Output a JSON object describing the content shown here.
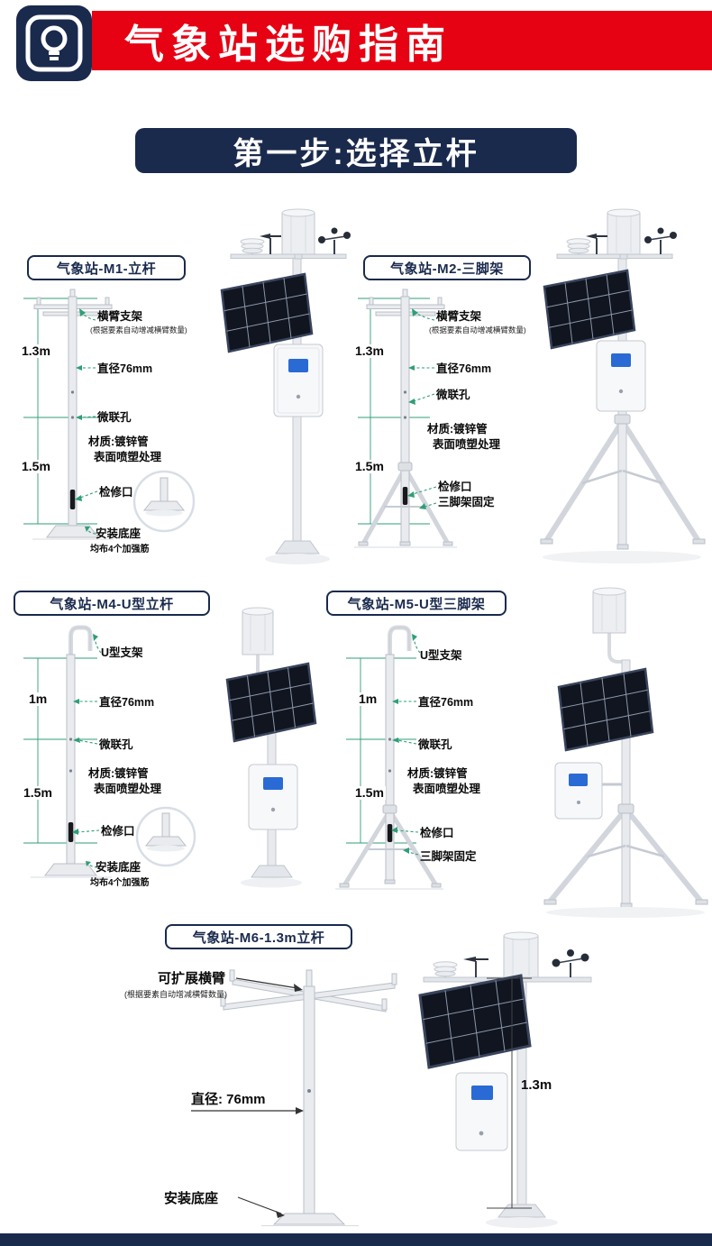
{
  "header": {
    "title": "气象站选购指南",
    "icon": "lightbulb-icon"
  },
  "step": {
    "title": "第一步:选择立杆"
  },
  "sections": {
    "m1": {
      "title": "气象站-M1-立杆",
      "dim_top": "1.3m",
      "dim_bottom": "1.5m",
      "ann_arm": "横臂支架",
      "ann_arm_sub": "(根据要素自动增减横臂数量)",
      "ann_diameter": "直径76mm",
      "ann_hole": "微联孔",
      "ann_material_1": "材质:镀锌管",
      "ann_material_2": "表面喷塑处理",
      "ann_access": "检修口",
      "ann_base": "安装底座",
      "ann_base_sub": "均布4个加强筋"
    },
    "m2": {
      "title": "气象站-M2-三脚架",
      "dim_top": "1.3m",
      "dim_bottom": "1.5m",
      "ann_arm": "横臂支架",
      "ann_arm_sub": "(根据要素自动增减横臂数量)",
      "ann_diameter": "直径76mm",
      "ann_hole": "微联孔",
      "ann_material_1": "材质:镀锌管",
      "ann_material_2": "表面喷塑处理",
      "ann_access": "检修口",
      "ann_tripod": "三脚架固定"
    },
    "m4": {
      "title": "气象站-M4-U型立杆",
      "dim_top": "1m",
      "dim_bottom": "1.5m",
      "ann_u": "U型支架",
      "ann_diameter": "直径76mm",
      "ann_hole": "微联孔",
      "ann_material_1": "材质:镀锌管",
      "ann_material_2": "表面喷塑处理",
      "ann_access": "检修口",
      "ann_base": "安装底座",
      "ann_base_sub": "均布4个加强筋"
    },
    "m5": {
      "title": "气象站-M5-U型三脚架",
      "dim_top": "1m",
      "dim_bottom": "1.5m",
      "ann_u": "U型支架",
      "ann_diameter": "直径76mm",
      "ann_hole": "微联孔",
      "ann_material_1": "材质:镀锌管",
      "ann_material_2": "表面喷塑处理",
      "ann_access": "检修口",
      "ann_tripod": "三脚架固定"
    },
    "m6": {
      "title": "气象站-M6-1.3m立杆",
      "ann_arm": "可扩展横臂",
      "ann_arm_sub": "(根据要素自动增减横臂数量)",
      "ann_diameter": "直径: 76mm",
      "dim_height": "1.3m",
      "ann_base": "安装底座"
    }
  },
  "colors": {
    "navy": "#1a2a4d",
    "red": "#e60113",
    "callout_green": "#2f9e77"
  }
}
